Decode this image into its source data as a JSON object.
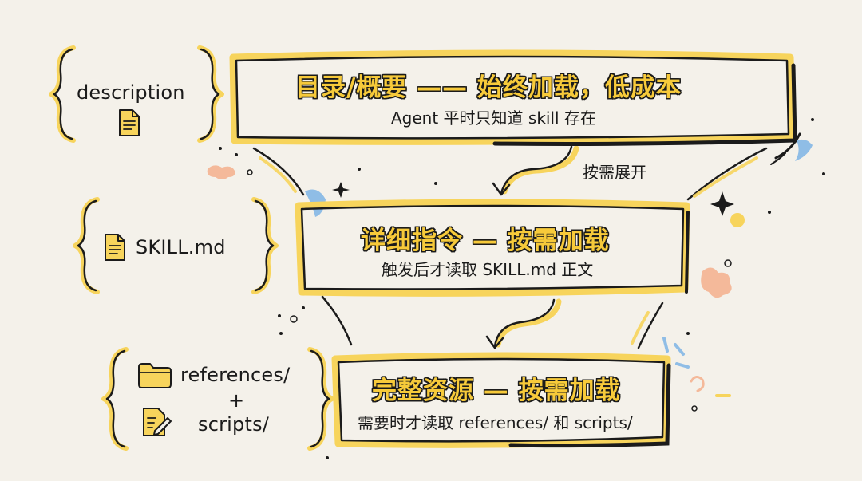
{
  "colors": {
    "background": "#f4f1ea",
    "highlight_yellow": "#f7d45c",
    "ink": "#1b1b1b",
    "accent_blue": "#8fbde6",
    "accent_peach": "#f4b99a"
  },
  "tiers": [
    {
      "label": "description",
      "icon": "document-icon",
      "title": "目录/概要 —— 始终加载，低成本",
      "subtitle": "Agent 平时只知道 skill 存在"
    },
    {
      "label": "SKILL.md",
      "icon": "document-icon",
      "title": "详细指令 — 按需加载",
      "subtitle": "触发后才读取 SKILL.md 正文"
    },
    {
      "label_line1": "references/",
      "label_plus": "+",
      "label_line2": "scripts/",
      "icon_folder": "folder-icon",
      "icon_edit": "edit-document-icon",
      "title": "完整资源 — 按需加载",
      "subtitle": "需要时才读取 references/ 和 scripts/"
    }
  ],
  "arrow_annotation": "按需展开"
}
